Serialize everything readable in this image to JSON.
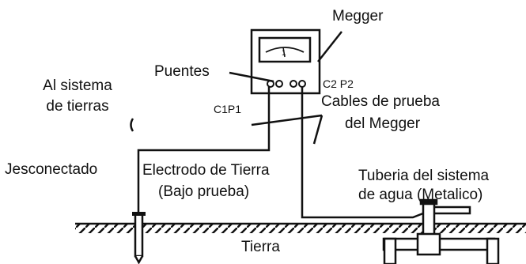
{
  "labels": {
    "megger": "Megger",
    "puentes": "Puentes",
    "c2p2": "C2 P2",
    "c1p1": "C1P1",
    "al_sistema_line1": "Al sistema",
    "al_sistema_line2": "de tierras",
    "desconectado": "Jesconectado",
    "cables_line1": "Cables de prueba",
    "cables_line2": "del Megger",
    "electrodo_line1": "Electrodo de Tierra",
    "electrodo_line2": "(Bajo prueba)",
    "tuberia_line1": "Tuberia del sistema",
    "tuberia_line2": "de agua (Metalico)",
    "tierra": "Tierra",
    "meter_mark": "1"
  }
}
